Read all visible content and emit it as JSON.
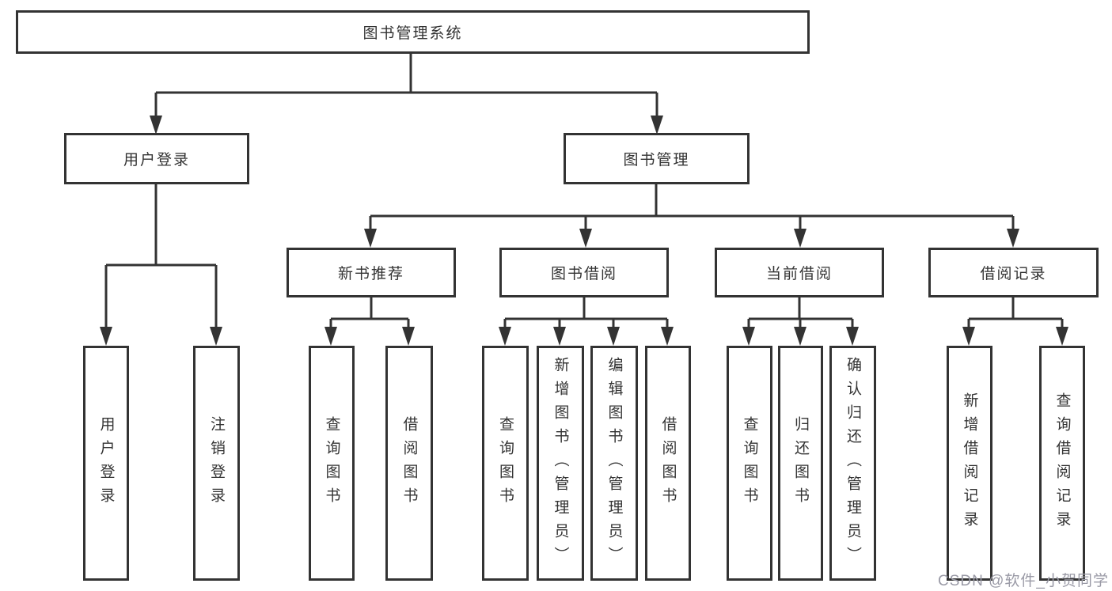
{
  "diagram": {
    "root": "图书管理系统",
    "level2": [
      "用户登录",
      "图书管理"
    ],
    "level3": [
      "新书推荐",
      "图书借阅",
      "当前借阅",
      "借阅记录"
    ],
    "leaves_login": [
      "用户登录",
      "注销登录"
    ],
    "leaves_newbooks": [
      "查询图书",
      "借阅图书"
    ],
    "leaves_borrow": [
      "查询图书",
      "新增图书（管理员）",
      "编辑图书（管理员）",
      "借阅图书"
    ],
    "leaves_current": [
      "查询图书",
      "归还图书",
      "确认归还（管理员）"
    ],
    "leaves_records": [
      "新增借阅记录",
      "查询借阅记录"
    ]
  },
  "watermark": "CSDN @软件_小贺同学",
  "colors": {
    "line": "#333333",
    "text": "#333333",
    "watermark": "#9a9aa6",
    "background": "#ffffff"
  }
}
